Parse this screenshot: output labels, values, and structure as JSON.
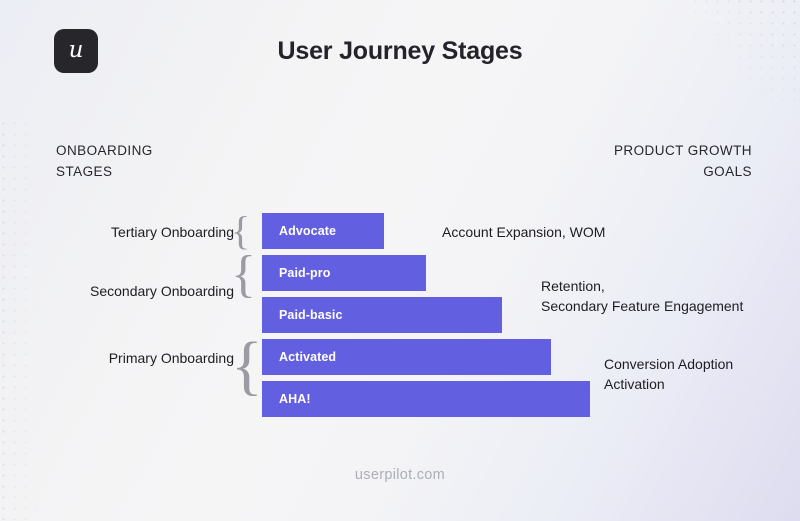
{
  "header": {
    "title": "User Journey Stages",
    "logo_glyph": "u",
    "left_column_heading": "ONBOARDING\nSTAGES",
    "right_column_heading": "PRODUCT GROWTH\nGOALS"
  },
  "footer": {
    "watermark": "userpilot.com"
  },
  "colors": {
    "bar": "#6260e0",
    "bar_label": "#ffffff",
    "text": "#1d1d22",
    "brace": "#9b9ba4",
    "logo_background": "#26262b",
    "footer_text": "#adadb8"
  },
  "chart_data": {
    "type": "bar",
    "orientation": "horizontal",
    "title": "User Journey Stages",
    "xlabel": "",
    "ylabel": "",
    "grid": false,
    "legend": "none",
    "categories": [
      "Advocate",
      "Paid-pro",
      "Paid-basic",
      "Activated",
      "AHA!"
    ],
    "values": [
      37,
      50,
      73,
      88,
      100
    ],
    "xlim": [
      0,
      100
    ],
    "note": "Bar length grows from the top (Advocate, narrowest) to the bottom (AHA!, widest); values are bar lengths as a percentage of the widest bar."
  },
  "stages": [
    {
      "label": "Tertiary Onboarding",
      "bars": [
        "Advocate"
      ]
    },
    {
      "label": "Secondary Onboarding",
      "bars": [
        "Paid-pro",
        "Paid-basic"
      ]
    },
    {
      "label": "Primary Onboarding",
      "bars": [
        "Activated",
        "AHA!"
      ]
    }
  ],
  "goals": [
    {
      "text": "Account Expansion, WOM"
    },
    {
      "text": "Retention,\nSecondary Feature Engagement"
    },
    {
      "text": "Conversion Adoption\nActivation"
    }
  ]
}
